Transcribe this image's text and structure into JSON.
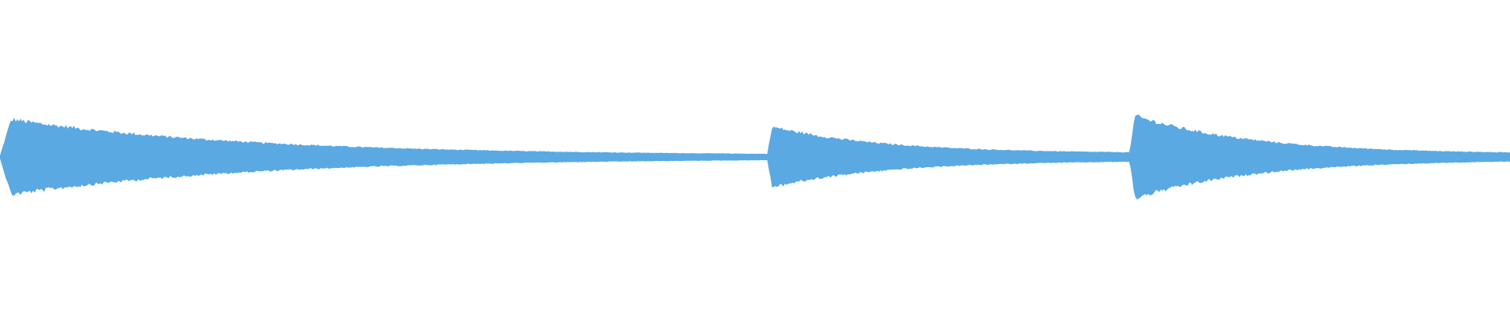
{
  "waveform": {
    "color": "#5aa9e3",
    "background": "#ffffff",
    "segments": [
      {
        "start": 0.0,
        "end": 0.508,
        "peak": 0.6,
        "tail": 0.02
      },
      {
        "start": 0.508,
        "end": 0.748,
        "peak": 0.48,
        "tail": 0.05
      },
      {
        "start": 0.748,
        "end": 1.0,
        "peak": 0.66,
        "tail": 0.04
      }
    ]
  }
}
